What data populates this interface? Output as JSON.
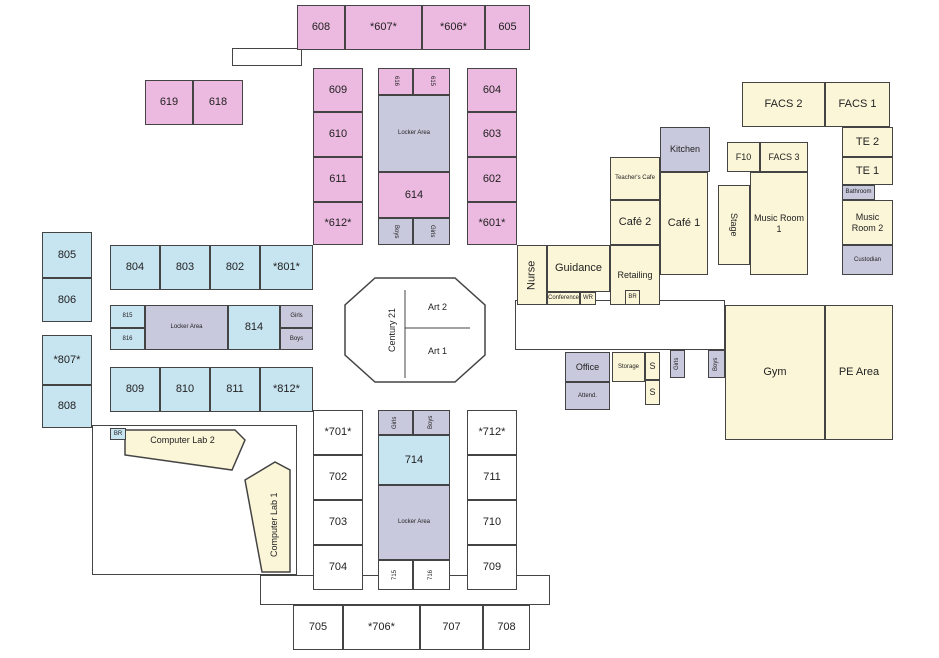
{
  "title": "School Floor Plan",
  "colors": {
    "wing600": "#ecb9e0",
    "wing700_800": "#c7e4f1",
    "common": "#fbf6d8",
    "service": "#c9c9dd"
  },
  "rooms": {
    "r608": "608",
    "r607": "*607*",
    "r606": "*606*",
    "r605": "605",
    "r619": "619",
    "r618": "618",
    "r609": "609",
    "r610": "610",
    "r611": "611",
    "r612": "*612*",
    "r616": "616",
    "r615": "615",
    "la6": "Locker Area",
    "r614": "614",
    "b6": "Boys",
    "g6": "Girls",
    "r604": "604",
    "r603": "603",
    "r602": "602",
    "r601": "*601*",
    "r804": "804",
    "r803": "803",
    "r802": "802",
    "r801": "*801*",
    "r805": "805",
    "r806": "806",
    "r807": "*807*",
    "r808": "808",
    "r815": "815",
    "r816": "816",
    "la8": "Locker Area",
    "r814": "814",
    "g8": "Girls",
    "b8": "Boys",
    "r809": "809",
    "r810": "810",
    "r811": "811",
    "r812": "*812*",
    "br8": "BR",
    "cl2": "Computer Lab 2",
    "cl1": "Computer Lab 1",
    "c21": "Century 21",
    "art2": "Art 2",
    "art1": "Art 1",
    "r701": "*701*",
    "r702": "702",
    "r703": "703",
    "r704": "704",
    "g7": "Girls",
    "b7": "Boys",
    "r714": "714",
    "la7": "Locker Area",
    "r715": "715",
    "r716": "716",
    "r712": "*712*",
    "r711": "711",
    "r710": "710",
    "r709": "709",
    "r705": "705",
    "r706": "*706*",
    "r707": "707",
    "r708": "708",
    "nurse": "Nurse",
    "guid": "Guidance",
    "conf": "Conference",
    "wr": "WR",
    "tcafe": "Teacher's Cafe",
    "cafe2": "Café 2",
    "retail": "Retailing",
    "brr": "BR",
    "kitchen": "Kitchen",
    "cafe1": "Café 1",
    "stage": "Stage",
    "mr1": "Music Room 1",
    "f10": "F10",
    "facs3": "FACS 3",
    "facs2": "FACS 2",
    "facs1": "FACS 1",
    "te2": "TE 2",
    "te1": "TE 1",
    "bath": "Bathroom",
    "mr2": "Music Room 2",
    "cust": "Custodian",
    "office": "Office",
    "atten": "Attend.",
    "storage": "Storage",
    "s1": "S",
    "s2": "S",
    "go": "Girls",
    "bo": "Boys",
    "gym": "Gym",
    "pe": "PE Area"
  }
}
